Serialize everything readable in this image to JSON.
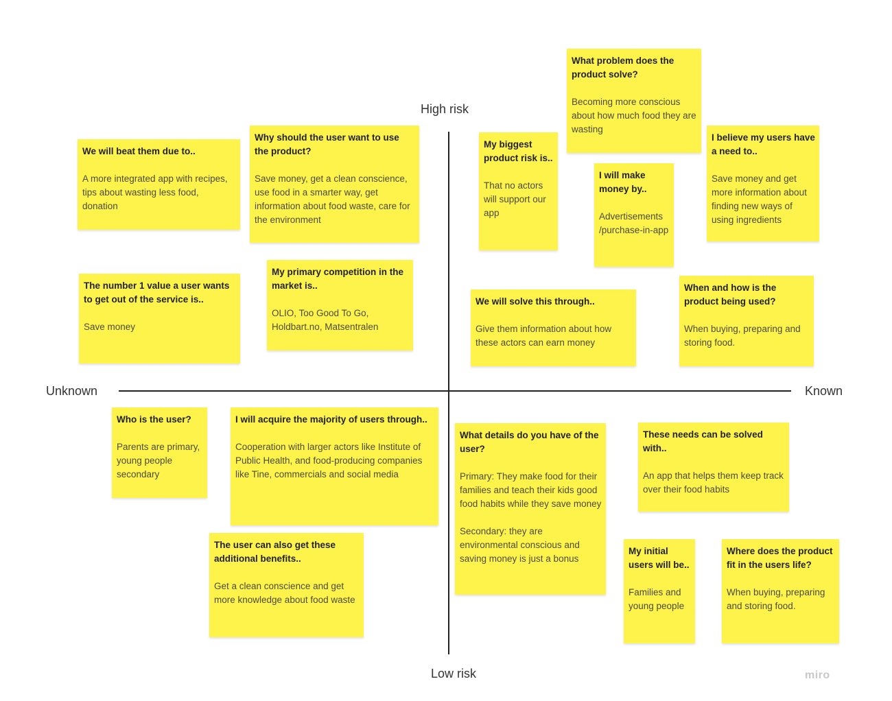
{
  "axes": {
    "top": "High risk",
    "bottom": "Low risk",
    "left": "Unknown",
    "right": "Known"
  },
  "notes": {
    "beat": {
      "title": "We will beat them due to..",
      "body": "A more integrated app with recipes, tips about wasting less food, donation"
    },
    "why_use": {
      "title": "Why should the user want to use the product?",
      "body": "Save money, get a clean conscience, use food in a smarter way, get information about food waste, care for the environment"
    },
    "problem": {
      "title": "What problem does the product solve?",
      "body": "Becoming more conscious about how much food they are wasting"
    },
    "biggest_risk": {
      "title": "My biggest product risk is..",
      "body": "That no actors will support our app"
    },
    "make_money": {
      "title": "I will make money by..",
      "body": "Advertisements /purchase-in-app"
    },
    "users_need": {
      "title": "I believe my users have a need to..",
      "body": "Save money and get more information about finding new ways of using ingredients"
    },
    "value": {
      "title": "The number 1 value a user wants to get out of the service is..",
      "body": "Save money"
    },
    "competition": {
      "title": "My primary competition in the market is..",
      "body": "OLIO, Too Good To Go, Holdbart.no, Matsentralen"
    },
    "solve_through": {
      "title": "We will solve this through..",
      "body": "Give them information about how these actors can earn money"
    },
    "when_how": {
      "title": "When and how is the product being used?",
      "body": "When buying, preparing and storing food."
    },
    "who_user": {
      "title": "Who is the user?",
      "body": "Parents are primary, young people secondary"
    },
    "acquire": {
      "title": "I will acquire the majority of users through..",
      "body": "Cooperation with larger actors like Institute of Public Health, and food-producing companies like Tine, commercials and social media"
    },
    "details": {
      "title": "What details do you have of the user?",
      "body": "Primary: They make food for their families and teach their kids good food habits while they save money",
      "body2": "Secondary: they are environmental conscious and saving money is just a bonus"
    },
    "needs_solved": {
      "title": "These needs can be solved with..",
      "body": "An app that helps them keep track over their food habits"
    },
    "benefits": {
      "title": "The user can also get these additional benefits..",
      "body": "Get a clean conscience and get more knowledge about food waste"
    },
    "initial_users": {
      "title": "My initial users will be..",
      "body": "Families and young people"
    },
    "fit": {
      "title": "Where does the product fit in the users life?",
      "body": "When buying, preparing and storing food."
    }
  },
  "watermark": "miro",
  "colors": {
    "note": "#fdf34a",
    "axis": "#222222",
    "background": "#ffffff"
  }
}
